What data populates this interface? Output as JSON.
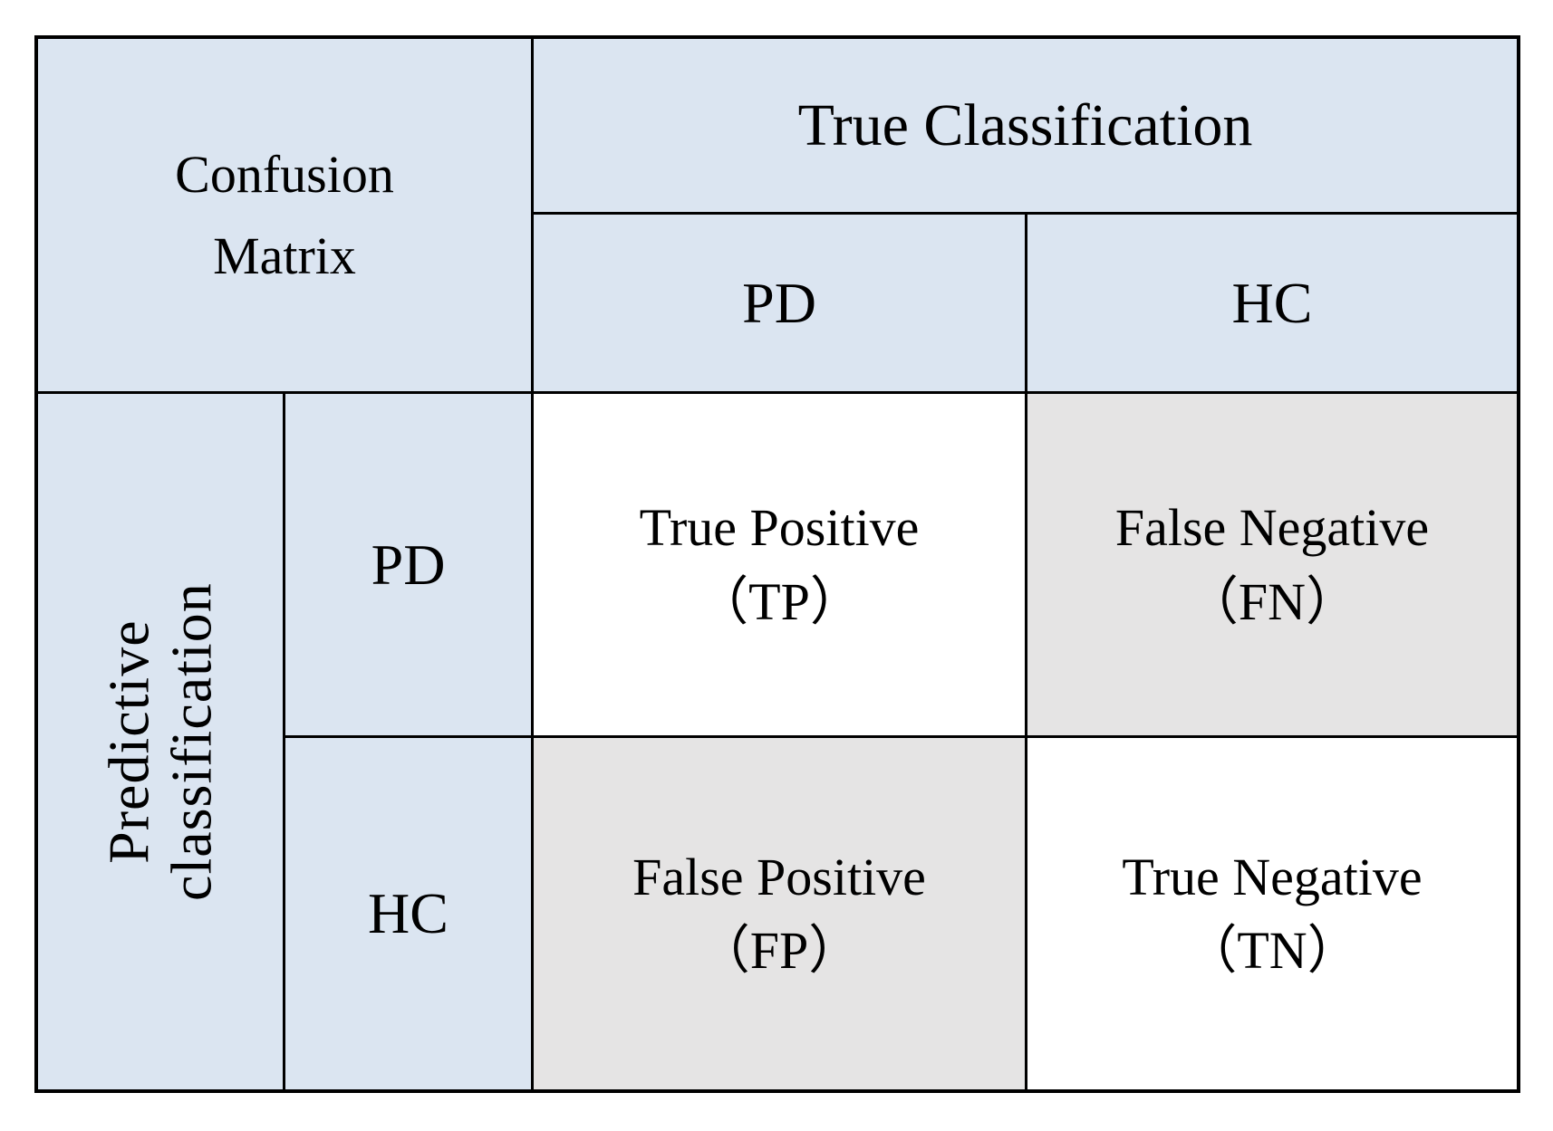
{
  "table": {
    "corner_label": {
      "line1": "Confusion",
      "line2": "Matrix"
    },
    "column_group_header": "True Classification",
    "column_headers": {
      "first": "PD",
      "second": "HC"
    },
    "row_group_header": {
      "line1": "Predictive",
      "line2": "classification"
    },
    "row_headers": {
      "first": "PD",
      "second": "HC"
    },
    "cells": {
      "tp": {
        "label": "True Positive",
        "abbr": "（TP）",
        "variant": "white"
      },
      "fn": {
        "label": "False Negative",
        "abbr": "（FN）",
        "variant": "gray"
      },
      "fp": {
        "label": "False Positive",
        "abbr": "（FP）",
        "variant": "gray"
      },
      "tn": {
        "label": "True Negative",
        "abbr": "（TN）",
        "variant": "white"
      }
    },
    "colors": {
      "header_bg": "#dbe5f1",
      "shaded_cell_bg": "#e5e4e4",
      "plain_cell_bg": "#ffffff",
      "border": "#000000",
      "text": "#000000"
    }
  }
}
